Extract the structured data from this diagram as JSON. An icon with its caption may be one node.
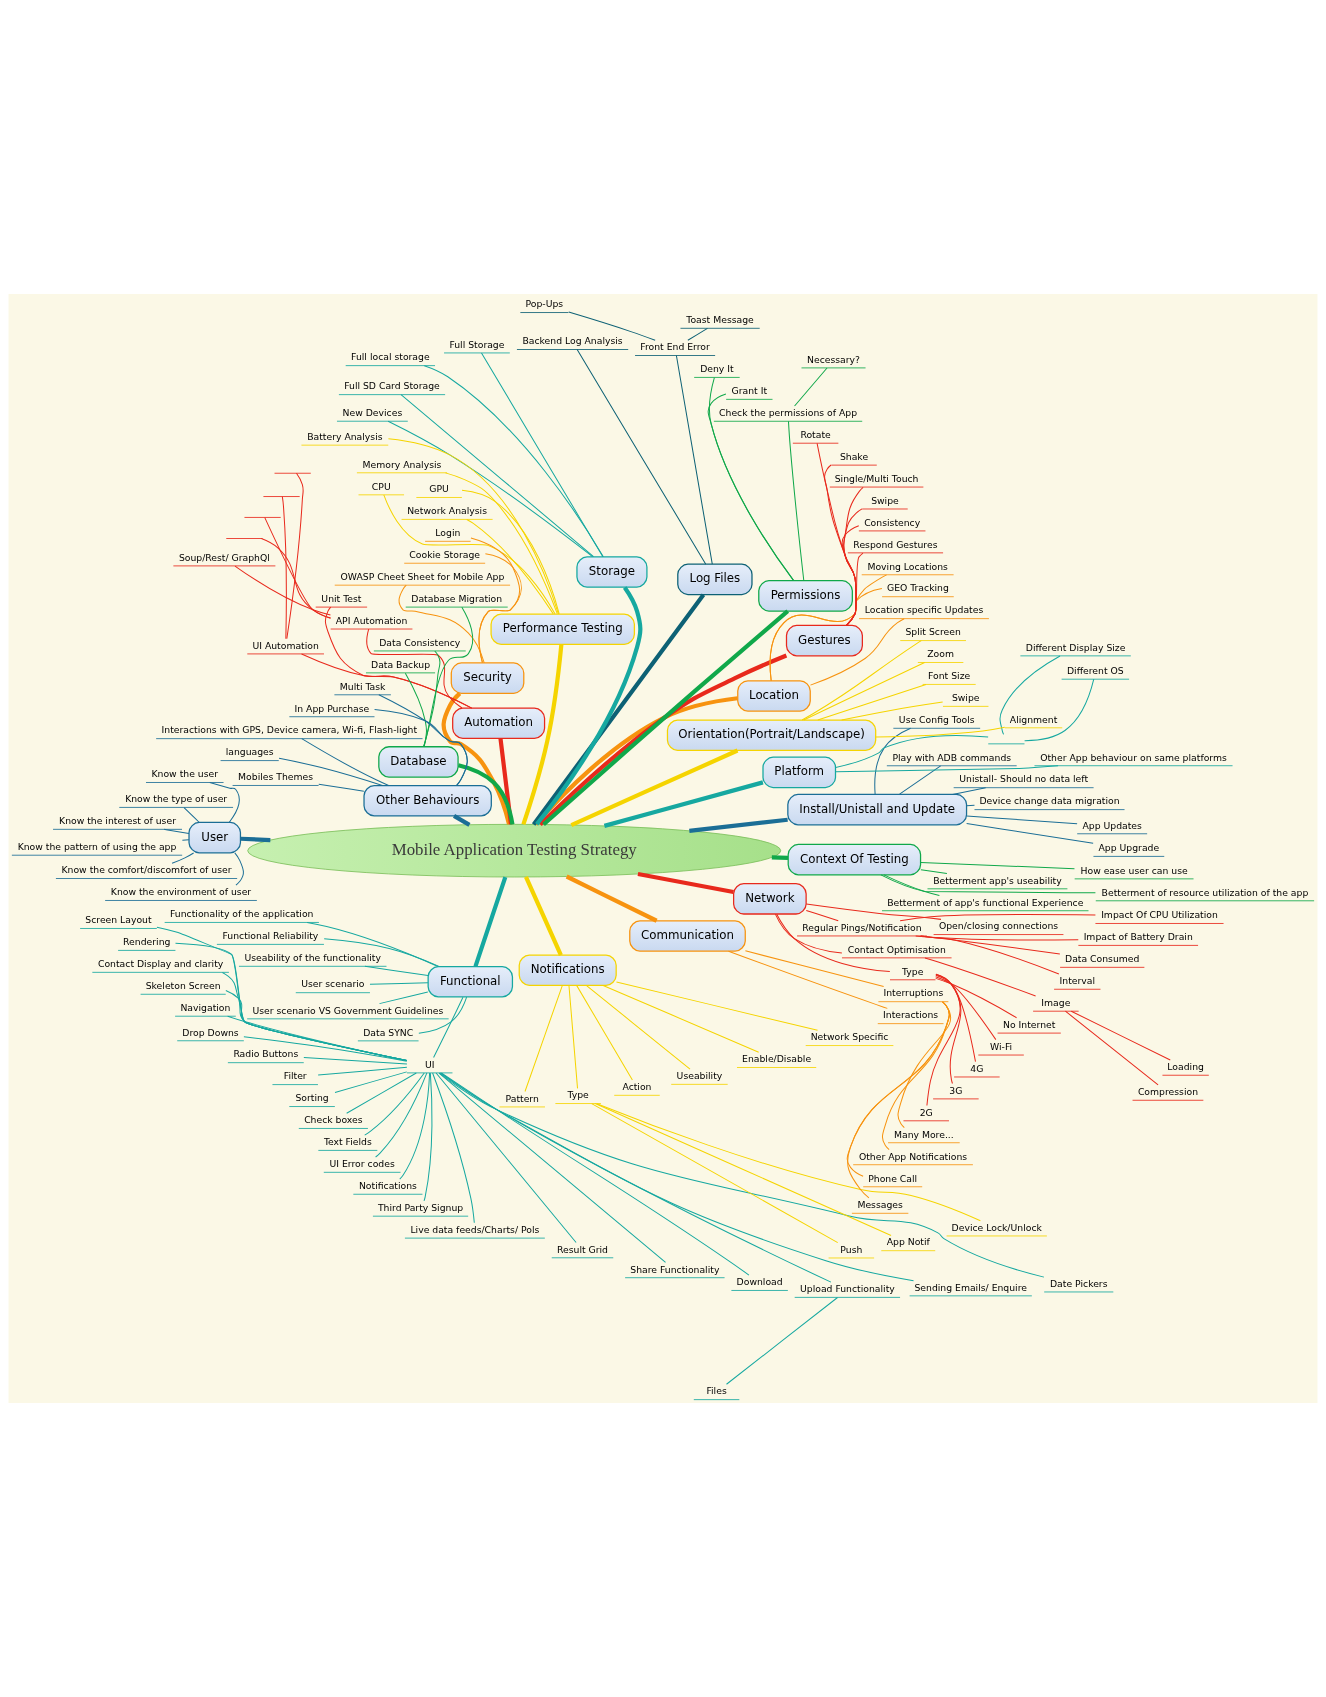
{
  "diagram": {
    "nodes": [
      {
        "text": [
          "Mobile Application Testing Strategy"
        ]
      },
      {
        "text": [
          "Install/Unistall and Update"
        ]
      },
      {
        "text": [
          "App Upgrade"
        ]
      },
      {
        "text": [
          "App Updates"
        ]
      },
      {
        "text": [
          "Device change data migration"
        ]
      },
      {
        "text": [
          "Unistall- Should no data left"
        ]
      },
      {
        "text": [
          "Play with ADB commands"
        ]
      },
      {
        "text": [
          "Use Config Tools"
        ]
      },
      {
        "text": [
          "Platform"
        ]
      },
      {
        "text": [],
        "shape": "line"
      },
      {
        "text": [
          "Different OS"
        ]
      },
      {
        "text": [
          "Different Display Size"
        ]
      },
      {
        "text": [
          "Other App behaviour on same platforms"
        ]
      },
      {
        "text": [
          "Orientation(Portrait/Landscape)"
        ]
      },
      {
        "text": [
          "Alignment"
        ]
      },
      {
        "text": [
          "Swipe"
        ]
      },
      {
        "text": [
          "Font Size"
        ]
      },
      {
        "text": [
          "Zoom"
        ]
      },
      {
        "text": [
          "Split Screen"
        ]
      },
      {
        "text": [
          "Location"
        ]
      },
      {
        "text": [
          "Location specific Updates"
        ]
      },
      {
        "text": [
          "GEO Tracking"
        ]
      },
      {
        "text": [
          "Moving Locations"
        ]
      },
      {
        "text": [
          "Gestures"
        ]
      },
      {
        "text": [
          "Respond Gestures"
        ]
      },
      {
        "text": [
          "Consistency"
        ]
      },
      {
        "text": [
          "Swipe"
        ]
      },
      {
        "text": [
          "Single/Multi Touch"
        ]
      },
      {
        "text": [
          "Shake"
        ]
      },
      {
        "text": [
          "Rotate"
        ]
      },
      {
        "text": [
          "Permissions"
        ]
      },
      {
        "text": [
          "Check the permissions of App"
        ]
      },
      {
        "text": [
          "Necessary?"
        ]
      },
      {
        "text": [
          "Grant It"
        ]
      },
      {
        "text": [
          "Deny It"
        ]
      },
      {
        "text": [
          "Log Files"
        ]
      },
      {
        "text": [
          "Front End Error"
        ]
      },
      {
        "text": [
          "Toast Message"
        ]
      },
      {
        "text": [
          "Pop-Ups"
        ]
      },
      {
        "text": [
          "Backend Log Analysis"
        ]
      },
      {
        "text": [
          "Storage"
        ]
      },
      {
        "text": [
          "Full Storage"
        ]
      },
      {
        "text": [
          "Full local storage"
        ]
      },
      {
        "text": [
          "Full SD Card Storage"
        ]
      },
      {
        "text": [
          "New Devices"
        ]
      },
      {
        "text": [
          "Performance Testing"
        ]
      },
      {
        "text": [
          "Battery Analysis"
        ]
      },
      {
        "text": [
          "Memory Analysis"
        ]
      },
      {
        "text": [
          "CPU"
        ]
      },
      {
        "text": [
          "GPU"
        ]
      },
      {
        "text": [
          "Network Analysis"
        ]
      },
      {
        "text": [
          "Security"
        ]
      },
      {
        "text": [
          "Login"
        ]
      },
      {
        "text": [
          "Cookie Storage"
        ]
      },
      {
        "text": [
          "OWASP Cheet Sheet for Mobile App"
        ]
      },
      {
        "text": [
          "Automation"
        ]
      },
      {
        "text": [
          "Unit Test"
        ]
      },
      {
        "text": [
          "UI Automation"
        ]
      },
      {
        "text": [],
        "shape": "line"
      },
      {
        "text": [],
        "shape": "line"
      },
      {
        "text": [
          "API Automation"
        ]
      },
      {
        "text": [],
        "shape": "line"
      },
      {
        "text": [],
        "shape": "line"
      },
      {
        "text": [
          "Soup/Rest/ GraphQl"
        ]
      },
      {
        "text": [
          "Database"
        ]
      },
      {
        "text": [
          "Database Migration"
        ]
      },
      {
        "text": [
          "Data Consistency"
        ]
      },
      {
        "text": [
          "Data Backup"
        ]
      },
      {
        "text": [
          "Other Behaviours"
        ]
      },
      {
        "text": [
          "Multi Task"
        ]
      },
      {
        "text": [
          "In App Purchase"
        ]
      },
      {
        "text": [
          "Interactions with GPS, Device camera, Wi-fi, Flash-light"
        ]
      },
      {
        "text": [
          "languages"
        ]
      },
      {
        "text": [
          "Mobiles Themes"
        ]
      },
      {
        "text": [
          "User"
        ]
      },
      {
        "text": [
          "Know the user"
        ]
      },
      {
        "text": [
          "Know the type of user"
        ]
      },
      {
        "text": [
          "Know the interest of user"
        ]
      },
      {
        "text": [
          "Know the pattern of using the app"
        ]
      },
      {
        "text": [
          "Know the comfort/discomfort of user"
        ]
      },
      {
        "text": [
          "Know the environment of user"
        ]
      },
      {
        "text": [
          "Functional"
        ]
      },
      {
        "text": [
          "Functionality of the application"
        ]
      },
      {
        "text": [
          "Functional Reliability"
        ]
      },
      {
        "text": [
          "Useability of the functionality"
        ]
      },
      {
        "text": [
          "User scenario"
        ]
      },
      {
        "text": [
          "User scenario VS Government Guidelines"
        ]
      },
      {
        "text": [
          "Data SYNC"
        ]
      },
      {
        "text": [
          "UI"
        ]
      },
      {
        "text": [
          "Screen Layout"
        ]
      },
      {
        "text": [
          "Rendering"
        ]
      },
      {
        "text": [
          "Contact Display and clarity"
        ]
      },
      {
        "text": [
          "Skeleton Screen"
        ]
      },
      {
        "text": [
          "Navigation"
        ]
      },
      {
        "text": [
          "Drop Downs"
        ]
      },
      {
        "text": [
          "Radio Buttons"
        ]
      },
      {
        "text": [
          "Filter"
        ]
      },
      {
        "text": [
          "Sorting"
        ]
      },
      {
        "text": [
          "Check boxes"
        ]
      },
      {
        "text": [
          "Text Fields"
        ]
      },
      {
        "text": [
          "UI Error codes"
        ]
      },
      {
        "text": [
          "Notifications"
        ]
      },
      {
        "text": [
          "Third Party Signup"
        ]
      },
      {
        "text": [
          "Live data feeds/Charts/ Pols"
        ]
      },
      {
        "text": [
          "Result Grid"
        ]
      },
      {
        "text": [
          "Share Functionality"
        ]
      },
      {
        "text": [
          "Download"
        ]
      },
      {
        "text": [
          "Upload Functionality"
        ]
      },
      {
        "text": [
          "Files"
        ]
      },
      {
        "text": [
          "Sending Emails/ Enquire"
        ]
      },
      {
        "text": [
          "Date Pickers"
        ]
      },
      {
        "text": [
          "Notifications"
        ]
      },
      {
        "text": [
          "Pattern"
        ]
      },
      {
        "text": [
          "Type"
        ]
      },
      {
        "text": [
          "Push"
        ]
      },
      {
        "text": [
          "App Notif"
        ]
      },
      {
        "text": [
          "Device Lock/Unlock"
        ]
      },
      {
        "text": [
          "Action"
        ]
      },
      {
        "text": [
          "Useability"
        ]
      },
      {
        "text": [
          "Enable/Disable"
        ]
      },
      {
        "text": [
          "Network Specific"
        ]
      },
      {
        "text": [
          "Communication"
        ]
      },
      {
        "text": [
          "Interactions"
        ]
      },
      {
        "text": [
          "Interruptions"
        ]
      },
      {
        "text": [
          "Messages"
        ]
      },
      {
        "text": [
          "Phone Call"
        ]
      },
      {
        "text": [
          "Other App Notifications"
        ]
      },
      {
        "text": [
          "Many More..."
        ]
      },
      {
        "text": [
          "Network"
        ]
      },
      {
        "text": [
          "Type"
        ]
      },
      {
        "text": [
          "2G"
        ]
      },
      {
        "text": [
          "3G"
        ]
      },
      {
        "text": [
          "4G"
        ]
      },
      {
        "text": [
          "Wi-Fi"
        ]
      },
      {
        "text": [
          "No Internet"
        ]
      },
      {
        "text": [
          "Contact Optimisation"
        ]
      },
      {
        "text": [
          "Image"
        ]
      },
      {
        "text": [
          "Compression"
        ]
      },
      {
        "text": [
          "Loading"
        ]
      },
      {
        "text": [
          "Regular Pings/Notification"
        ]
      },
      {
        "text": [
          "Interval"
        ]
      },
      {
        "text": [
          "Data Consumed"
        ]
      },
      {
        "text": [
          "Impact of Battery Drain"
        ]
      },
      {
        "text": [
          "Impact Of CPU Utilization"
        ]
      },
      {
        "text": [
          "Open/closing connections"
        ]
      },
      {
        "text": [
          "Context Of Testing"
        ]
      },
      {
        "text": [
          "Betterment app's useability"
        ]
      },
      {
        "text": [
          "Betterment of app's functional Experience"
        ]
      },
      {
        "text": [
          "Betterment of resource utilization of the app"
        ]
      },
      {
        "text": [
          "How ease user can use"
        ]
      }
    ],
    "edges": [
      {
        "from": 0,
        "to": 1,
        "arrow": "none",
        "style": "thick",
        "color": "#1b6e96"
      },
      {
        "from": 1,
        "to": 2,
        "arrow": "none",
        "color": "#1b6e96"
      },
      {
        "from": 1,
        "to": 3,
        "arrow": "none",
        "color": "#1b6e96"
      },
      {
        "from": 1,
        "to": 4,
        "arrow": "none",
        "color": "#1b6e96"
      },
      {
        "from": 1,
        "to": 5,
        "arrow": "none",
        "color": "#1b6e96"
      },
      {
        "from": 1,
        "to": 6,
        "arrow": "none",
        "color": "#1b6e96"
      },
      {
        "from": 1,
        "to": 7,
        "arrow": "none",
        "color": "#1b6e96"
      },
      {
        "from": 0,
        "to": 8,
        "arrow": "none",
        "style": "thick",
        "color": "#16a8a0"
      },
      {
        "from": 8,
        "to": 9,
        "arrow": "none",
        "color": "#16a8a0"
      },
      {
        "from": 9,
        "to": 10,
        "arrow": "none",
        "color": "#16a8a0"
      },
      {
        "from": 9,
        "to": 11,
        "arrow": "none",
        "color": "#16a8a0"
      },
      {
        "from": 8,
        "to": 12,
        "arrow": "none",
        "color": "#16a8a0"
      },
      {
        "from": 0,
        "to": 13,
        "arrow": "none",
        "style": "thick",
        "color": "#f5d400"
      },
      {
        "from": 13,
        "to": 14,
        "arrow": "none",
        "color": "#f5d400"
      },
      {
        "from": 13,
        "to": 15,
        "arrow": "none",
        "color": "#f5d400"
      },
      {
        "from": 13,
        "to": 16,
        "arrow": "none",
        "color": "#f5d400"
      },
      {
        "from": 13,
        "to": 17,
        "arrow": "none",
        "color": "#f5d400"
      },
      {
        "from": 13,
        "to": 18,
        "arrow": "none",
        "color": "#f5d400"
      },
      {
        "from": 0,
        "to": 19,
        "arrow": "none",
        "style": "thick",
        "color": "#f7930f"
      },
      {
        "from": 19,
        "to": 20,
        "arrow": "none",
        "color": "#f7930f"
      },
      {
        "from": 19,
        "to": 21,
        "arrow": "none",
        "color": "#f7930f"
      },
      {
        "from": 19,
        "to": 22,
        "arrow": "none",
        "color": "#f7930f"
      },
      {
        "from": 0,
        "to": 23,
        "arrow": "none",
        "style": "thick",
        "color": "#e8291c"
      },
      {
        "from": 23,
        "to": 24,
        "arrow": "none",
        "color": "#e8291c"
      },
      {
        "from": 23,
        "to": 25,
        "arrow": "none",
        "color": "#e8291c"
      },
      {
        "from": 23,
        "to": 26,
        "arrow": "none",
        "color": "#e8291c"
      },
      {
        "from": 23,
        "to": 27,
        "arrow": "none",
        "color": "#e8291c"
      },
      {
        "from": 23,
        "to": 28,
        "arrow": "none",
        "color": "#e8291c"
      },
      {
        "from": 23,
        "to": 29,
        "arrow": "none",
        "color": "#e8291c"
      },
      {
        "from": 0,
        "to": 30,
        "arrow": "none",
        "style": "thick",
        "color": "#10a84a"
      },
      {
        "from": 30,
        "to": 31,
        "arrow": "none",
        "color": "#10a84a"
      },
      {
        "from": 31,
        "to": 32,
        "arrow": "none",
        "color": "#10a84a"
      },
      {
        "from": 30,
        "to": 33,
        "arrow": "none",
        "color": "#10a84a"
      },
      {
        "from": 30,
        "to": 34,
        "arrow": "none",
        "color": "#10a84a"
      },
      {
        "from": 0,
        "to": 35,
        "arrow": "none",
        "style": "thick",
        "color": "#0d6175"
      },
      {
        "from": 35,
        "to": 36,
        "arrow": "none",
        "color": "#0d6175"
      },
      {
        "from": 36,
        "to": 37,
        "arrow": "none",
        "color": "#0d6175"
      },
      {
        "from": 36,
        "to": 38,
        "arrow": "none",
        "color": "#0d6175"
      },
      {
        "from": 35,
        "to": 39,
        "arrow": "none",
        "color": "#0d6175"
      },
      {
        "from": 0,
        "to": 40,
        "arrow": "none",
        "style": "thick",
        "color": "#16a8a0"
      },
      {
        "from": 40,
        "to": 41,
        "arrow": "none",
        "color": "#16a8a0"
      },
      {
        "from": 40,
        "to": 42,
        "arrow": "none",
        "color": "#16a8a0"
      },
      {
        "from": 40,
        "to": 43,
        "arrow": "none",
        "color": "#16a8a0"
      },
      {
        "from": 40,
        "to": 44,
        "arrow": "none",
        "color": "#16a8a0"
      },
      {
        "from": 0,
        "to": 45,
        "arrow": "none",
        "style": "thick",
        "color": "#f5d400"
      },
      {
        "from": 45,
        "to": 46,
        "arrow": "none",
        "color": "#f5d400"
      },
      {
        "from": 45,
        "to": 47,
        "arrow": "none",
        "color": "#f5d400"
      },
      {
        "from": 45,
        "to": 48,
        "arrow": "none",
        "color": "#f5d400"
      },
      {
        "from": 45,
        "to": 49,
        "arrow": "none",
        "color": "#f5d400"
      },
      {
        "from": 45,
        "to": 50,
        "arrow": "none",
        "color": "#f5d400"
      },
      {
        "from": 0,
        "to": 51,
        "arrow": "none",
        "style": "thick",
        "color": "#f7930f"
      },
      {
        "from": 51,
        "to": 52,
        "arrow": "none",
        "color": "#f7930f"
      },
      {
        "from": 51,
        "to": 53,
        "arrow": "none",
        "color": "#f7930f"
      },
      {
        "from": 51,
        "to": 54,
        "arrow": "none",
        "color": "#f7930f"
      },
      {
        "from": 0,
        "to": 55,
        "arrow": "none",
        "style": "thick",
        "color": "#e8291c"
      },
      {
        "from": 55,
        "to": 56,
        "arrow": "none",
        "color": "#e8291c"
      },
      {
        "from": 55,
        "to": 57,
        "arrow": "none",
        "color": "#e8291c"
      },
      {
        "from": 57,
        "to": 58,
        "arrow": "none",
        "color": "#e8291c"
      },
      {
        "from": 57,
        "to": 59,
        "arrow": "none",
        "color": "#e8291c"
      },
      {
        "from": 55,
        "to": 60,
        "arrow": "none",
        "color": "#e8291c"
      },
      {
        "from": 60,
        "to": 61,
        "arrow": "none",
        "color": "#e8291c"
      },
      {
        "from": 60,
        "to": 62,
        "arrow": "none",
        "color": "#e8291c"
      },
      {
        "from": 60,
        "to": 63,
        "arrow": "none",
        "color": "#e8291c"
      },
      {
        "from": 0,
        "to": 64,
        "arrow": "none",
        "style": "thick",
        "color": "#10a84a"
      },
      {
        "from": 64,
        "to": 65,
        "arrow": "none",
        "color": "#10a84a"
      },
      {
        "from": 64,
        "to": 66,
        "arrow": "none",
        "color": "#10a84a"
      },
      {
        "from": 64,
        "to": 67,
        "arrow": "none",
        "color": "#10a84a"
      },
      {
        "from": 0,
        "to": 68,
        "arrow": "none",
        "style": "thick",
        "color": "#1b6e96"
      },
      {
        "from": 68,
        "to": 69,
        "arrow": "none",
        "color": "#1b6e96"
      },
      {
        "from": 68,
        "to": 70,
        "arrow": "none",
        "color": "#1b6e96"
      },
      {
        "from": 68,
        "to": 71,
        "arrow": "none",
        "color": "#1b6e96"
      },
      {
        "from": 68,
        "to": 72,
        "arrow": "none",
        "color": "#1b6e96"
      },
      {
        "from": 68,
        "to": 73,
        "arrow": "none",
        "color": "#1b6e96"
      },
      {
        "from": 0,
        "to": 74,
        "arrow": "none",
        "style": "thick",
        "color": "#1b6e96"
      },
      {
        "from": 74,
        "to": 75,
        "arrow": "none",
        "color": "#1b6e96"
      },
      {
        "from": 74,
        "to": 76,
        "arrow": "none",
        "color": "#1b6e96"
      },
      {
        "from": 74,
        "to": 77,
        "arrow": "none",
        "color": "#1b6e96"
      },
      {
        "from": 74,
        "to": 78,
        "arrow": "none",
        "color": "#1b6e96"
      },
      {
        "from": 74,
        "to": 79,
        "arrow": "none",
        "color": "#1b6e96"
      },
      {
        "from": 74,
        "to": 80,
        "arrow": "none",
        "color": "#1b6e96"
      },
      {
        "from": 0,
        "to": 81,
        "arrow": "none",
        "style": "thick",
        "color": "#16a8a0"
      },
      {
        "from": 81,
        "to": 82,
        "arrow": "none",
        "color": "#16a8a0"
      },
      {
        "from": 81,
        "to": 83,
        "arrow": "none",
        "color": "#16a8a0"
      },
      {
        "from": 81,
        "to": 84,
        "arrow": "none",
        "color": "#16a8a0"
      },
      {
        "from": 81,
        "to": 85,
        "arrow": "none",
        "color": "#16a8a0"
      },
      {
        "from": 81,
        "to": 86,
        "arrow": "none",
        "color": "#16a8a0"
      },
      {
        "from": 81,
        "to": 87,
        "arrow": "none",
        "color": "#16a8a0"
      },
      {
        "from": 81,
        "to": 88,
        "arrow": "none",
        "color": "#16a8a0"
      },
      {
        "from": 88,
        "to": 89,
        "arrow": "none",
        "color": "#16a8a0"
      },
      {
        "from": 88,
        "to": 90,
        "arrow": "none",
        "color": "#16a8a0"
      },
      {
        "from": 88,
        "to": 91,
        "arrow": "none",
        "color": "#16a8a0"
      },
      {
        "from": 88,
        "to": 92,
        "arrow": "none",
        "color": "#16a8a0"
      },
      {
        "from": 88,
        "to": 93,
        "arrow": "none",
        "color": "#16a8a0"
      },
      {
        "from": 88,
        "to": 94,
        "arrow": "none",
        "color": "#16a8a0"
      },
      {
        "from": 88,
        "to": 95,
        "arrow": "none",
        "color": "#16a8a0"
      },
      {
        "from": 88,
        "to": 96,
        "arrow": "none",
        "color": "#16a8a0"
      },
      {
        "from": 88,
        "to": 97,
        "arrow": "none",
        "color": "#16a8a0"
      },
      {
        "from": 88,
        "to": 98,
        "arrow": "none",
        "color": "#16a8a0"
      },
      {
        "from": 88,
        "to": 99,
        "arrow": "none",
        "color": "#16a8a0"
      },
      {
        "from": 88,
        "to": 100,
        "arrow": "none",
        "color": "#16a8a0"
      },
      {
        "from": 88,
        "to": 101,
        "arrow": "none",
        "color": "#16a8a0"
      },
      {
        "from": 88,
        "to": 102,
        "arrow": "none",
        "color": "#16a8a0"
      },
      {
        "from": 88,
        "to": 103,
        "arrow": "none",
        "color": "#16a8a0"
      },
      {
        "from": 88,
        "to": 104,
        "arrow": "none",
        "color": "#16a8a0"
      },
      {
        "from": 88,
        "to": 105,
        "arrow": "none",
        "color": "#16a8a0"
      },
      {
        "from": 88,
        "to": 106,
        "arrow": "none",
        "color": "#16a8a0"
      },
      {
        "from": 88,
        "to": 107,
        "arrow": "none",
        "color": "#16a8a0"
      },
      {
        "from": 107,
        "to": 108,
        "arrow": "none",
        "color": "#16a8a0"
      },
      {
        "from": 88,
        "to": 109,
        "arrow": "none",
        "color": "#16a8a0"
      },
      {
        "from": 88,
        "to": 110,
        "arrow": "none",
        "color": "#16a8a0"
      },
      {
        "from": 0,
        "to": 111,
        "arrow": "none",
        "style": "thick",
        "color": "#f5d400"
      },
      {
        "from": 111,
        "to": 112,
        "arrow": "none",
        "color": "#f5d400"
      },
      {
        "from": 111,
        "to": 113,
        "arrow": "none",
        "color": "#f5d400"
      },
      {
        "from": 113,
        "to": 114,
        "arrow": "none",
        "color": "#f5d400"
      },
      {
        "from": 113,
        "to": 115,
        "arrow": "none",
        "color": "#f5d400"
      },
      {
        "from": 113,
        "to": 116,
        "arrow": "none",
        "color": "#f5d400"
      },
      {
        "from": 111,
        "to": 117,
        "arrow": "none",
        "color": "#f5d400"
      },
      {
        "from": 111,
        "to": 118,
        "arrow": "none",
        "color": "#f5d400"
      },
      {
        "from": 111,
        "to": 119,
        "arrow": "none",
        "color": "#f5d400"
      },
      {
        "from": 111,
        "to": 120,
        "arrow": "none",
        "color": "#f5d400"
      },
      {
        "from": 0,
        "to": 121,
        "arrow": "none",
        "style": "thick",
        "color": "#f7930f"
      },
      {
        "from": 121,
        "to": 122,
        "arrow": "none",
        "color": "#f7930f"
      },
      {
        "from": 121,
        "to": 123,
        "arrow": "none",
        "color": "#f7930f"
      },
      {
        "from": 123,
        "to": 124,
        "arrow": "none",
        "color": "#f7930f"
      },
      {
        "from": 123,
        "to": 125,
        "arrow": "none",
        "color": "#f7930f"
      },
      {
        "from": 123,
        "to": 126,
        "arrow": "none",
        "color": "#f7930f"
      },
      {
        "from": 123,
        "to": 127,
        "arrow": "none",
        "color": "#f7930f"
      },
      {
        "from": 0,
        "to": 128,
        "arrow": "none",
        "style": "thick",
        "color": "#e8291c"
      },
      {
        "from": 128,
        "to": 129,
        "arrow": "none",
        "color": "#e8291c"
      },
      {
        "from": 129,
        "to": 130,
        "arrow": "none",
        "color": "#e8291c"
      },
      {
        "from": 129,
        "to": 131,
        "arrow": "none",
        "color": "#e8291c"
      },
      {
        "from": 129,
        "to": 132,
        "arrow": "none",
        "color": "#e8291c"
      },
      {
        "from": 129,
        "to": 133,
        "arrow": "none",
        "color": "#e8291c"
      },
      {
        "from": 129,
        "to": 134,
        "arrow": "none",
        "color": "#e8291c"
      },
      {
        "from": 128,
        "to": 135,
        "arrow": "none",
        "color": "#e8291c"
      },
      {
        "from": 135,
        "to": 136,
        "arrow": "none",
        "color": "#e8291c"
      },
      {
        "from": 136,
        "to": 137,
        "arrow": "none",
        "color": "#e8291c"
      },
      {
        "from": 136,
        "to": 138,
        "arrow": "none",
        "color": "#e8291c"
      },
      {
        "from": 128,
        "to": 139,
        "arrow": "none",
        "color": "#e8291c"
      },
      {
        "from": 139,
        "to": 140,
        "arrow": "none",
        "color": "#e8291c"
      },
      {
        "from": 139,
        "to": 141,
        "arrow": "none",
        "color": "#e8291c"
      },
      {
        "from": 139,
        "to": 142,
        "arrow": "none",
        "color": "#e8291c"
      },
      {
        "from": 139,
        "to": 143,
        "arrow": "none",
        "color": "#e8291c"
      },
      {
        "from": 128,
        "to": 144,
        "arrow": "none",
        "color": "#e8291c"
      },
      {
        "from": 0,
        "to": 145,
        "arrow": "none",
        "style": "thick",
        "color": "#10a84a"
      },
      {
        "from": 145,
        "to": 146,
        "arrow": "none",
        "color": "#10a84a"
      },
      {
        "from": 145,
        "to": 147,
        "arrow": "none",
        "color": "#10a84a"
      },
      {
        "from": 145,
        "to": 148,
        "arrow": "none",
        "color": "#10a84a"
      },
      {
        "from": 145,
        "to": 149,
        "arrow": "none",
        "color": "#10a84a"
      }
    ]
  }
}
